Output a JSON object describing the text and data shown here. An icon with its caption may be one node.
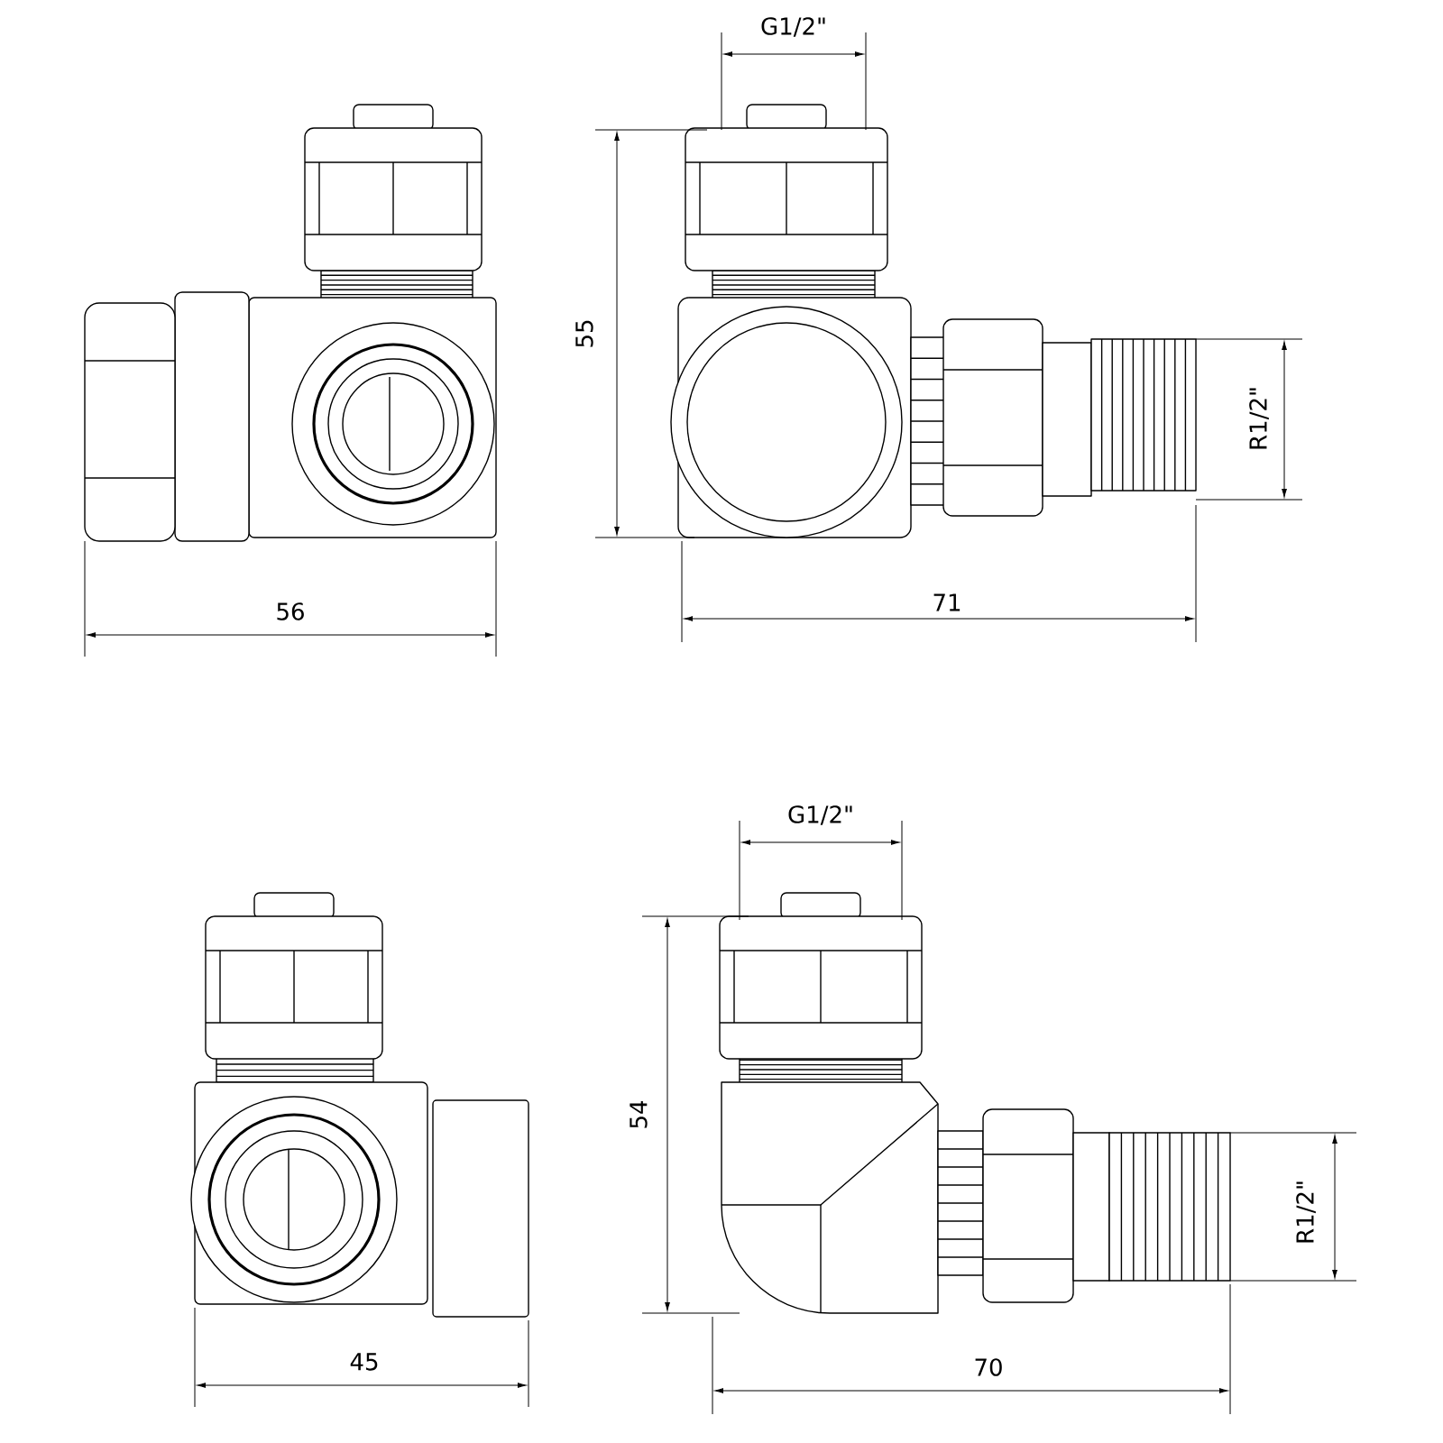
{
  "diagram": {
    "labels": [
      "G1/2\"",
      "55",
      "R1/2\"",
      "56",
      "71",
      "G1/2\"",
      "54",
      "R1/2\"",
      "45",
      "70"
    ]
  }
}
